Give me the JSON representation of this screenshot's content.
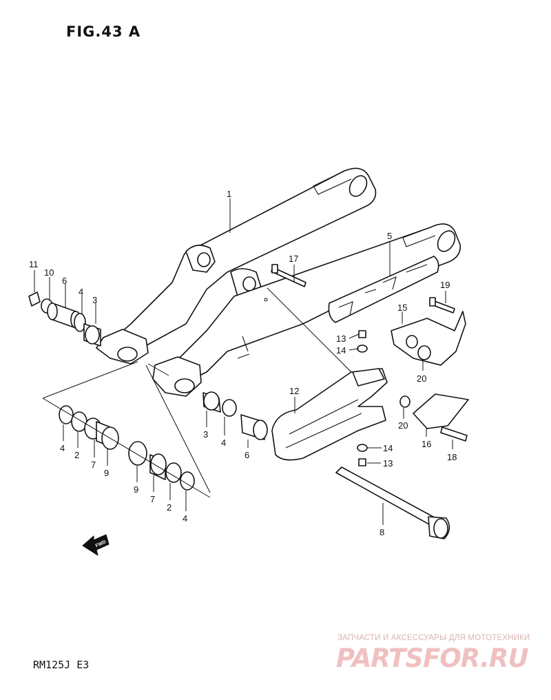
{
  "figure": {
    "title": "FIG.43 A",
    "model": "RM125J  E3"
  },
  "watermark": {
    "caption": "ЗАПЧАСТИ И АКСЕССУАРЫ ДЛЯ МОТОТЕХНИКИ",
    "logo": "PARTSFOR.RU",
    "color": "#f0c0c0"
  },
  "direction_arrow": {
    "label": "FWD"
  },
  "callouts": {
    "c1": "1",
    "c2": "2",
    "c2b": "2",
    "c3": "3",
    "c3b": "3",
    "c4": "4",
    "c4b": "4",
    "c4c": "4",
    "c4d": "4",
    "c5": "5",
    "c6": "6",
    "c6b": "6",
    "c7": "7",
    "c7b": "7",
    "c8": "8",
    "c9": "9",
    "c9b": "9",
    "c10": "10",
    "c11": "11",
    "c12": "12",
    "c13": "13",
    "c13b": "13",
    "c14": "14",
    "c14b": "14",
    "c15": "15",
    "c16": "16",
    "c17": "17",
    "c18": "18",
    "c19": "19",
    "c20": "20",
    "c20b": "20"
  }
}
